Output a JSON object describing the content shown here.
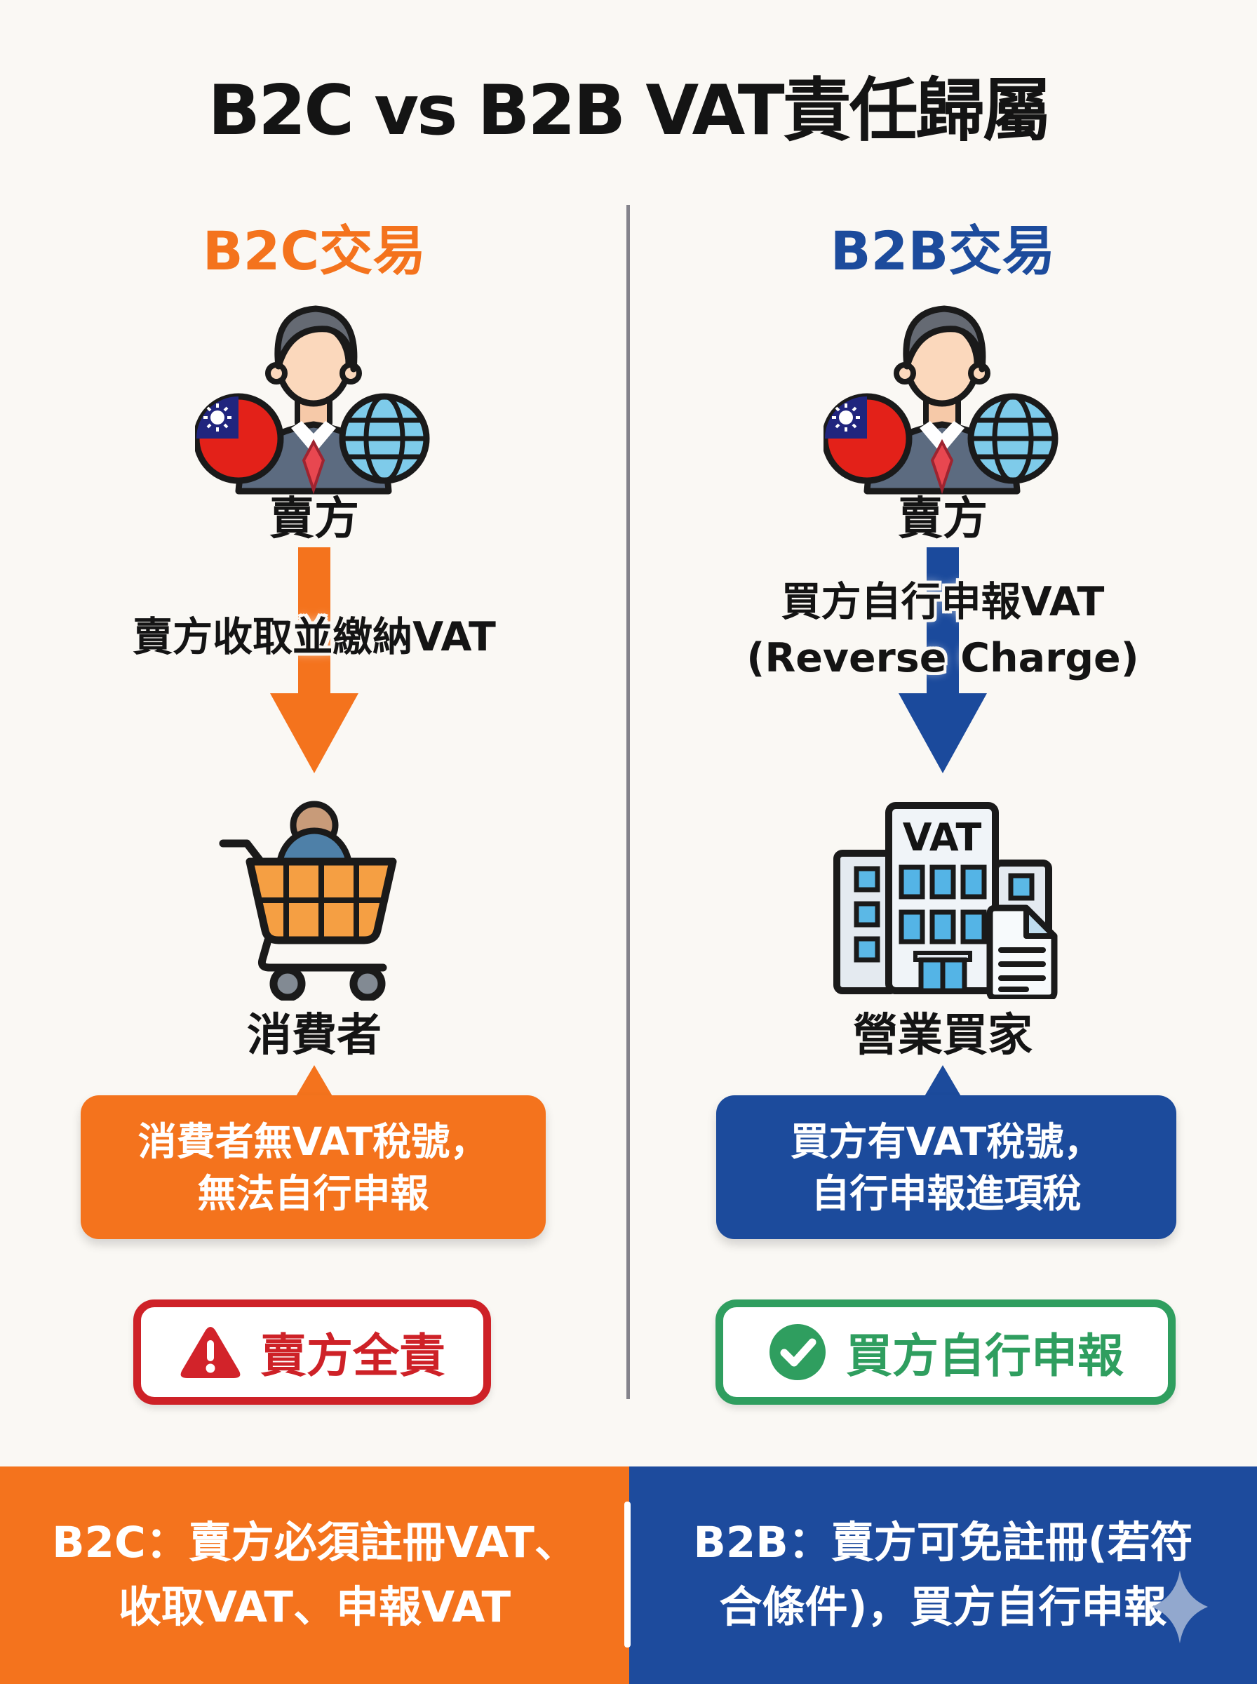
{
  "title": "B2C vs B2B VAT責任歸屬",
  "columns": {
    "b2c": {
      "header": "B2C交易",
      "seller_label": "賣方",
      "arrow_text": "賣方收取並繳納VAT",
      "buyer_label": "消費者",
      "callout_line1": "消費者無VAT稅號，",
      "callout_line2": "無法自行申報",
      "badge_label": "賣方全責",
      "footer_line1": "B2C：賣方必須註冊VAT、",
      "footer_line2": "收取VAT、申報VAT"
    },
    "b2b": {
      "header": "B2B交易",
      "seller_label": "賣方",
      "arrow_text_line1": "買方自行申報VAT",
      "arrow_text_line2": "(Reverse Charge)",
      "buyer_label": "營業買家",
      "building_sign": "VAT",
      "callout_line1": "買方有VAT稅號，",
      "callout_line2": "自行申報進項稅",
      "badge_label": "買方自行申報",
      "footer_line1": "B2B：賣方可免註冊(若符",
      "footer_line2": "合條件)，買方自行申報"
    }
  },
  "icons": {
    "seller": "businessman-with-taiwan-flag-and-globe",
    "b2c_buyer": "shopping-cart-with-person",
    "b2b_buyer": "office-building-with-vat-sign-and-document",
    "warning": "red-warning-triangle",
    "check": "green-check-circle",
    "sparkle": "light-blue-four-point-star"
  },
  "colors": {
    "background": "#FAF8F4",
    "orange": "#F4731D",
    "blue": "#1C4B9C",
    "red": "#CE2127",
    "green": "#2F9E5F",
    "divider_gray": "#84838B",
    "sparkle_blue": "#92A8CE",
    "text_black": "#161616",
    "white": "#FFFFFF"
  }
}
